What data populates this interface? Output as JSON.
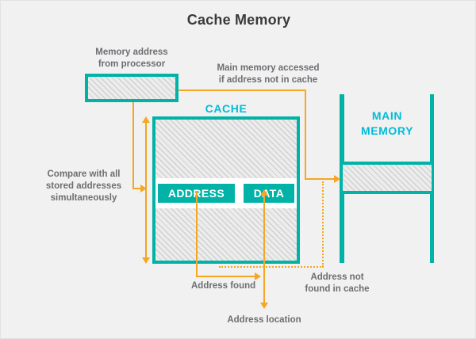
{
  "title": "Cache Memory",
  "labels": {
    "memory_address": "Memory address\nfrom processor",
    "main_memory_accessed": "Main memory accessed\nif address not in cache",
    "compare": "Compare with all\nstored addresses\nsimultaneously",
    "address_found": "Address found",
    "address_not_found": "Address not\nfound in cache",
    "address_location": "Address location"
  },
  "cache": {
    "heading": "CACHE",
    "address_cell": "ADDRESS",
    "data_cell": "DATA"
  },
  "main_memory": {
    "heading": "MAIN\nMEMORY"
  },
  "colors": {
    "background": "#f1f1f1",
    "teal_border": "#00b3a6",
    "cyan_text": "#00bcd9",
    "orange_connector": "#f5a623",
    "label_gray": "#6d6e71",
    "title_gray": "#3a3a3a",
    "hatch_line": "#c9c9c9"
  }
}
